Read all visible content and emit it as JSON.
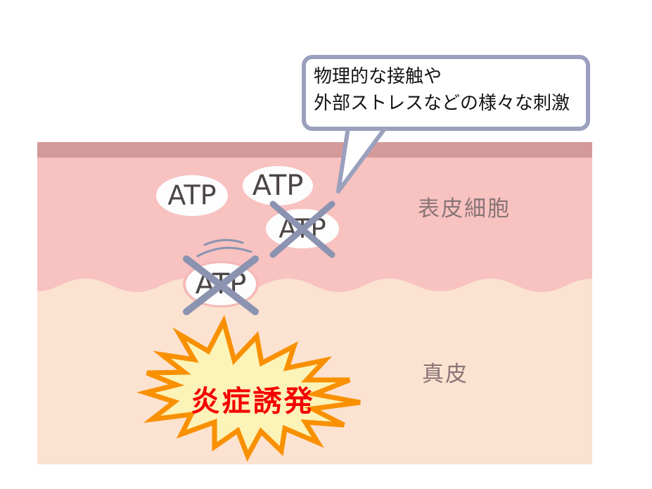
{
  "diagram": {
    "title": "ATP release and inflammation in skin",
    "background_color": "#ffffff"
  },
  "callout": {
    "text": "物理的な接触や\n外部ストレスなどの様々な刺激",
    "line1": "物理的な接触や",
    "line2": "外部ストレスなどの様々な刺激",
    "border_color": "#9aa0bd",
    "fill_color": "#ffffff",
    "text_color": "#141414"
  },
  "skin": {
    "stratum_corneum": {
      "label": "",
      "color": "#d49a9a"
    },
    "epidermis": {
      "label": "表皮細胞",
      "color": "#f7c2c0",
      "text_color": "#8a7577"
    },
    "dermis": {
      "label": "真皮",
      "color": "#fbe2d1",
      "text_color": "#8a7577"
    }
  },
  "molecules": [
    {
      "label": "ATP",
      "crossed": false,
      "halo": false
    },
    {
      "label": "ATP",
      "crossed": false,
      "halo": false
    },
    {
      "label": "ATP",
      "crossed": true,
      "halo": false
    },
    {
      "label": "ATP",
      "crossed": true,
      "halo": true
    }
  ],
  "molecule_labels": {
    "m1": "ATP",
    "m2": "ATP",
    "m3": "ATP",
    "m4": "ATP"
  },
  "cross_mark": {
    "color": "#8b93b1",
    "stroke_width": 9
  },
  "emission_arcs": {
    "color": "#8b93b1",
    "count": 2
  },
  "burst": {
    "label": "炎症誘発",
    "fill_color": "#fcf3b8",
    "stroke_color": "#f99000",
    "text_color": "#f50000"
  }
}
